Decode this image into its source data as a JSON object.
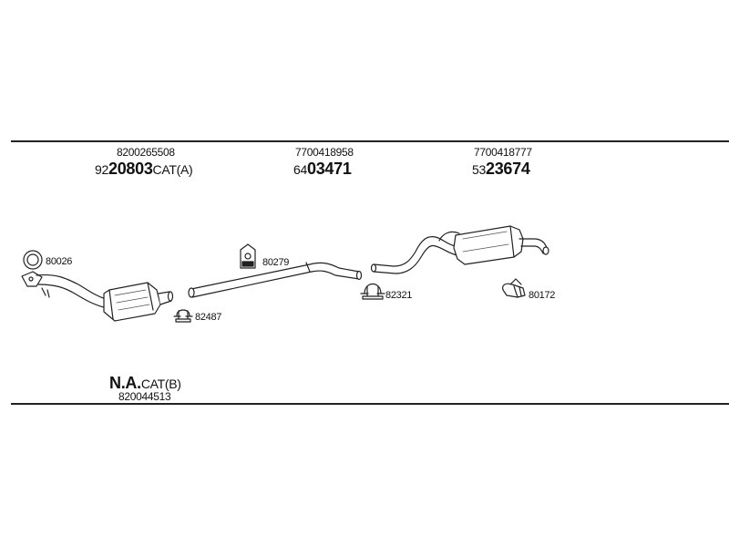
{
  "groups": [
    {
      "ref": "8200265508",
      "prefix": "92",
      "bold": "20803",
      "suffix": "CAT(A)"
    },
    {
      "ref": "7700418958",
      "prefix": "64",
      "bold": "03471",
      "suffix": ""
    },
    {
      "ref": "7700418777",
      "prefix": "53",
      "bold": "23674",
      "suffix": ""
    }
  ],
  "parts": {
    "ring": "80026",
    "hanger_front": "80279",
    "clamp_front": "82487",
    "clamp_rear": "82321",
    "hanger_rear": "80172"
  },
  "footer": {
    "bold": "N.A.",
    "suffix": "CAT(B)",
    "ref": "820044513"
  }
}
